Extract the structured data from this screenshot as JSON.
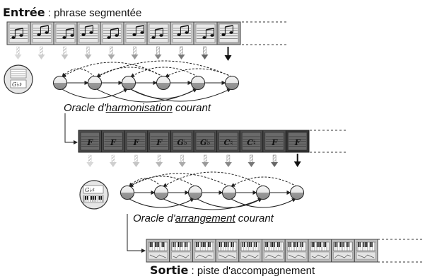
{
  "input": {
    "title_bold": "Entrée",
    "title_rest": " : phrase segmentée",
    "segments": 10
  },
  "oracle1": {
    "prefix": "Oracle d'",
    "keyword": "harmonisation",
    "suffix": " courant",
    "states": 6
  },
  "chords": {
    "segments": 10
  },
  "oracle2": {
    "prefix": "Oracle d'",
    "keyword": "arrangement",
    "suffix": " courant",
    "states": 6
  },
  "output": {
    "title_bold": "Sortie",
    "title_rest": " : piste d'accompagnement",
    "segments": 10
  },
  "colors": {
    "input_fill": "#c9c9c9",
    "chord_fill": "#4a4a4a",
    "output_fill": "#bdbdbd",
    "state_fill": "#cfcfcf"
  }
}
